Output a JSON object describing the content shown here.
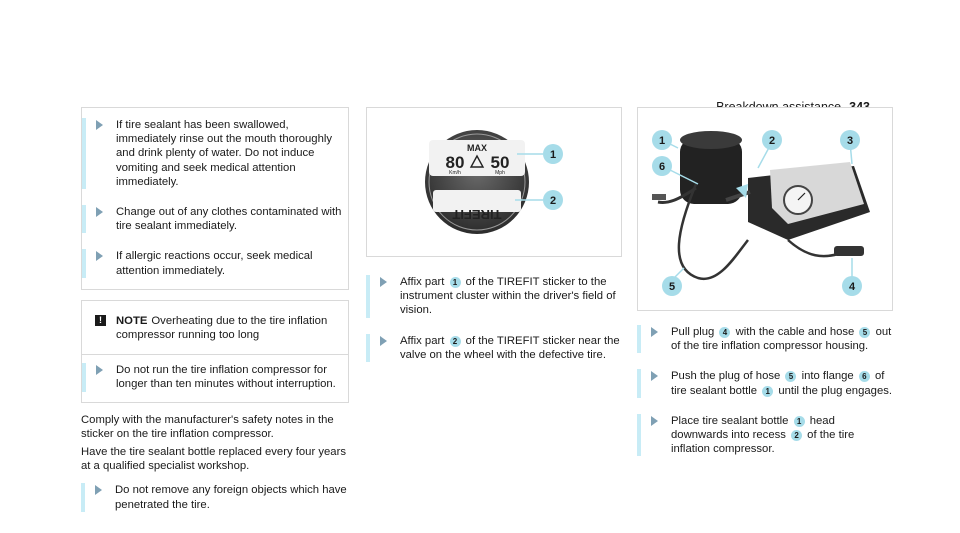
{
  "header": {
    "section": "Breakdown assistance",
    "page_number": "343"
  },
  "col1": {
    "warning_items": [
      "If tire sealant has been swallowed, immediately rinse out the mouth thoroughly and drink plenty of water. Do not induce vomiting and seek medical attention immediately.",
      "Change out of any clothes contaminated with tire sealant immediately.",
      "If allergic reactions occur, seek medical attention immediately."
    ],
    "note": {
      "label": "NOTE",
      "title": "Overheating due to the tire inflation compressor running too long",
      "item": "Do not run the tire inflation compressor for longer than ten minutes without interruption."
    },
    "para1": "Comply with the manufacturer's safety notes in the sticker on the tire inflation compressor.",
    "para2": "Have the tire sealant bottle replaced every four years at a qualified specialist workshop.",
    "step": "Do not remove any foreign objects which have penetrated the tire."
  },
  "col2": {
    "figure": {
      "max_label": "MAX",
      "kmh": "80",
      "mph": "50",
      "kmh_unit": "Km/h",
      "mph_unit": "Mph",
      "brand_mirrored": "TIREFIT",
      "callouts": [
        "1",
        "2"
      ]
    },
    "steps": [
      {
        "pre": "Affix part",
        "num": "1",
        "post": "of the TIREFIT sticker to the instrument cluster within the driver's field of vision."
      },
      {
        "pre": "Affix part",
        "num": "2",
        "post": "of the TIREFIT sticker near the valve on the wheel with the defective tire."
      }
    ]
  },
  "col3": {
    "figure": {
      "callouts": [
        "1",
        "2",
        "3",
        "4",
        "5",
        "6"
      ]
    },
    "steps": [
      {
        "parts": [
          "Pull plug ",
          "4",
          " with the cable and hose ",
          "5",
          " out of the tire inflation compressor housing."
        ]
      },
      {
        "parts": [
          "Push the plug of hose ",
          "5",
          " into flange ",
          "6",
          " of tire sealant bottle ",
          "1",
          " until the plug engages."
        ]
      },
      {
        "parts": [
          "Place tire sealant bottle ",
          "1",
          " head downwards into recess ",
          "2",
          " of the tire inflation compressor."
        ]
      }
    ]
  },
  "colors": {
    "accent_bar": "#c8ecf6",
    "callout": "#a6dce9",
    "arrow": "#7fa0b4"
  }
}
